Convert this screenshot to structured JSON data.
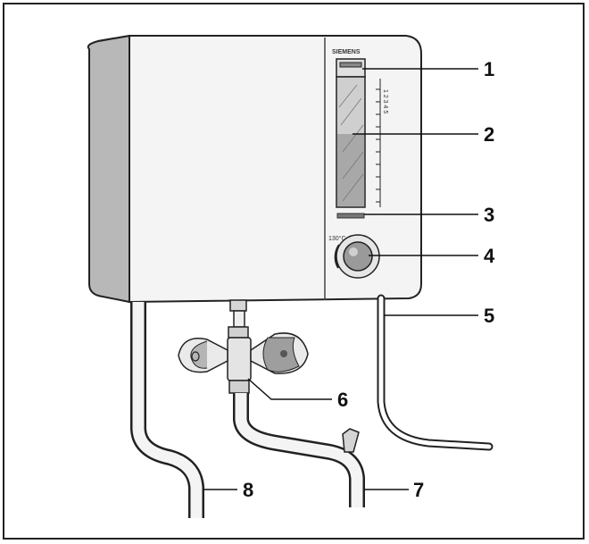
{
  "diagram": {
    "brand_text": "SIEMENS",
    "scale_text": "1 2 3 4 5",
    "dial_text": "130°C",
    "callouts": [
      {
        "id": "1",
        "label": "1"
      },
      {
        "id": "2",
        "label": "2"
      },
      {
        "id": "3",
        "label": "3"
      },
      {
        "id": "4",
        "label": "4"
      },
      {
        "id": "5",
        "label": "5"
      },
      {
        "id": "6",
        "label": "6"
      },
      {
        "id": "7",
        "label": "7"
      },
      {
        "id": "8",
        "label": "8"
      }
    ]
  },
  "colors": {
    "outline": "#222222",
    "tank_front": "#f4f4f4",
    "tank_side": "#b8b8b8",
    "window_fill": "#bdbdbd",
    "knob_fill": "#9a9a9a"
  }
}
